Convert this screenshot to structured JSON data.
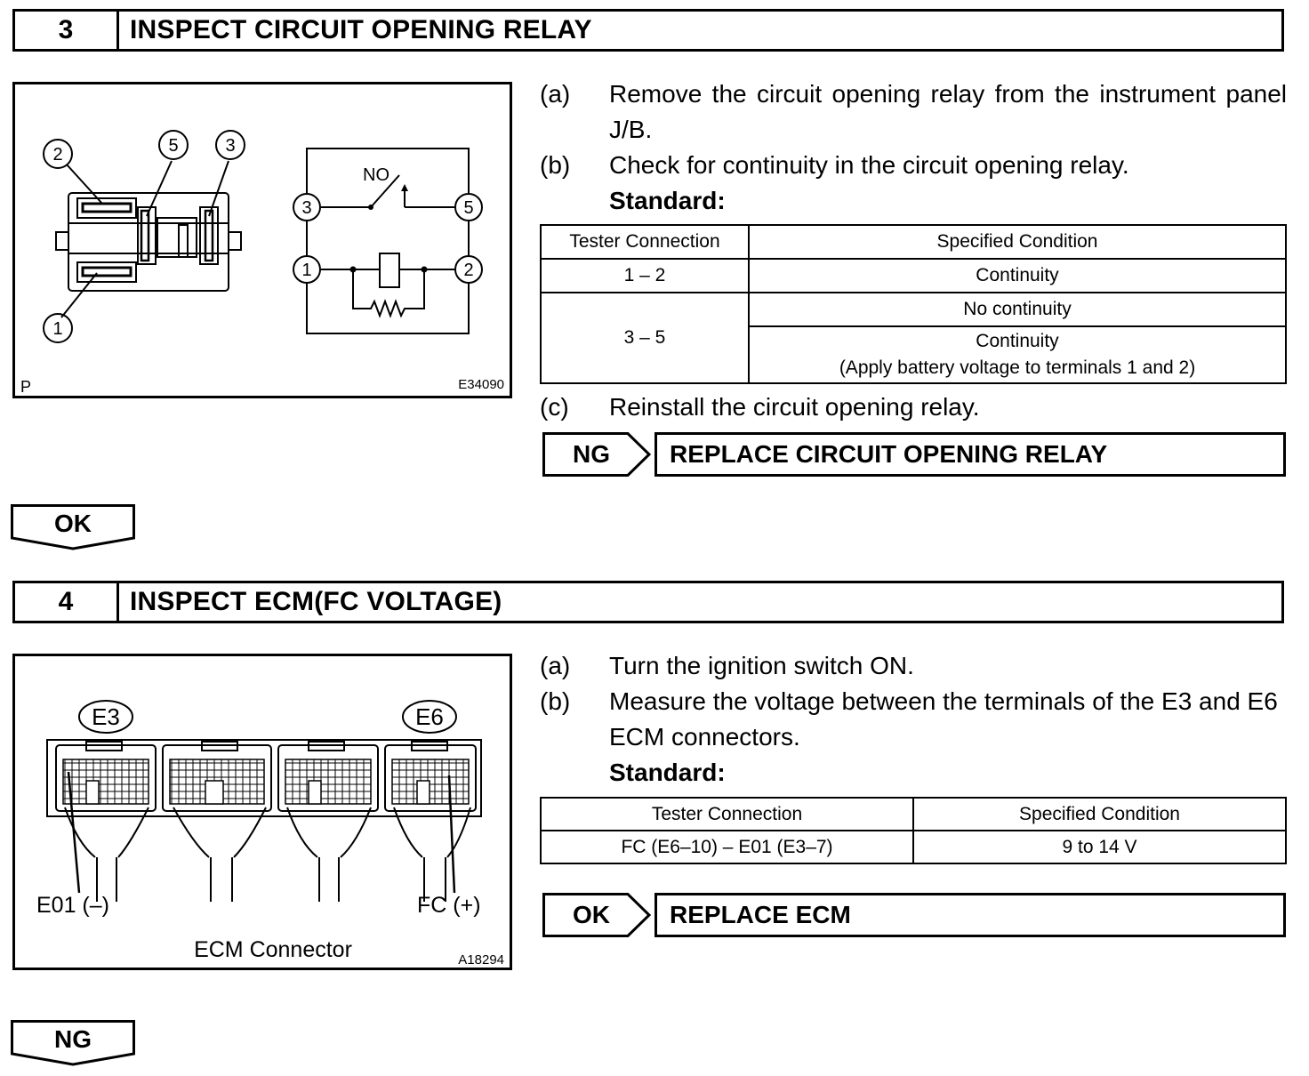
{
  "step3": {
    "number": "3",
    "title": "INSPECT CIRCUIT OPENING RELAY",
    "figure": {
      "pins_left": [
        "2",
        "5",
        "3",
        "1"
      ],
      "circuit_pins": [
        "3",
        "5",
        "1",
        "2"
      ],
      "switch_label": "NO",
      "corner_label": "P",
      "figure_code": "E34090"
    },
    "instructions": [
      {
        "label": "(a)",
        "text": "Remove the circuit opening relay from the instrument panel J/B."
      },
      {
        "label": "(b)",
        "text": "Check for continuity in the circuit opening relay."
      }
    ],
    "standard_label": "Standard:",
    "table": {
      "headers": [
        "Tester Connection",
        "Specified Condition"
      ],
      "row1": {
        "connection": "1 – 2",
        "condition": "Continuity"
      },
      "row2": {
        "connection": "3 – 5",
        "condition_a": "No continuity",
        "condition_b": "Continuity",
        "condition_b_note": "(Apply battery voltage to terminals 1 and 2)"
      }
    },
    "instruction_c": {
      "label": "(c)",
      "text": "Reinstall the circuit opening relay."
    },
    "result": {
      "tag": "NG",
      "action": "REPLACE CIRCUIT OPENING RELAY"
    },
    "flow": "OK"
  },
  "step4": {
    "number": "4",
    "title": "INSPECT ECM(FC VOLTAGE)",
    "figure": {
      "connector_e3": "E3",
      "connector_e6": "E6",
      "terminal_left": "E01 (–)",
      "terminal_right": "FC (+)",
      "caption": "ECM Connector",
      "figure_code": "A18294"
    },
    "instructions": [
      {
        "label": "(a)",
        "text": "Turn the ignition switch ON."
      },
      {
        "label": "(b)",
        "text": "Measure the voltage between the terminals of the E3 and E6 ECM connectors."
      }
    ],
    "standard_label": "Standard:",
    "table": {
      "headers": [
        "Tester Connection",
        "Specified Condition"
      ],
      "row1": {
        "connection": "FC (E6–10) – E01 (E3–7)",
        "condition": "9 to 14 V"
      }
    },
    "result": {
      "tag": "OK",
      "action": "REPLACE ECM"
    },
    "flow": "NG"
  }
}
